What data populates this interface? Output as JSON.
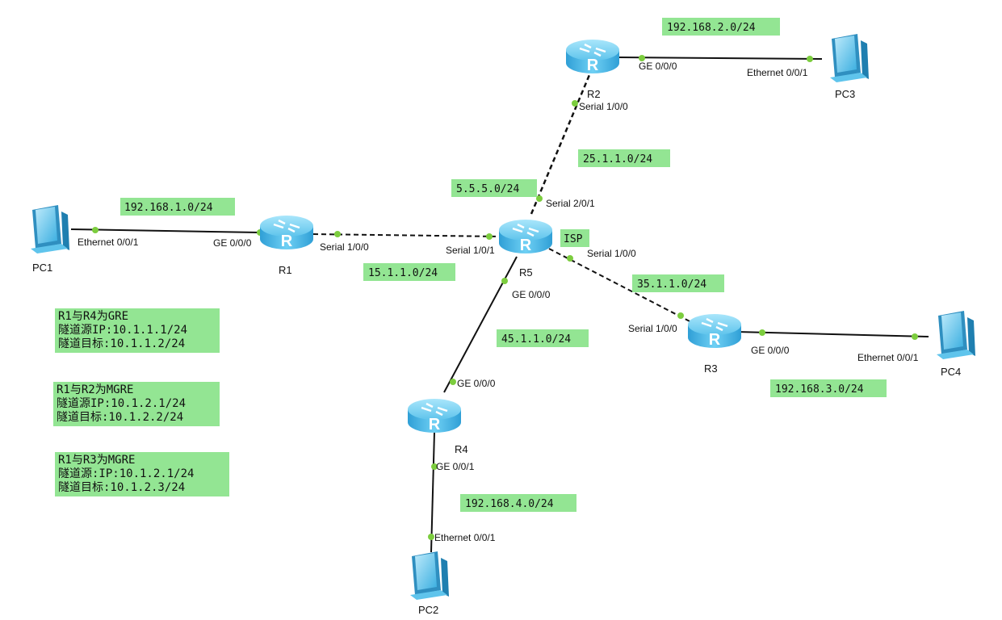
{
  "colors": {
    "highlight": "#93e593",
    "link": "#111111",
    "dot": "#7ccd3e",
    "device": "#5fc4ec"
  },
  "devices": {
    "R1": "R1",
    "R2": "R2",
    "R3": "R3",
    "R4": "R4",
    "R5": "R5",
    "PC1": "PC1",
    "PC2": "PC2",
    "PC3": "PC3",
    "PC4": "PC4"
  },
  "isp": "ISP",
  "interfaces": {
    "pc1_eth": "Ethernet 0/0/1",
    "r1_ge": "GE 0/0/0",
    "r1_serial": "Serial 1/0/0",
    "r5_serial_r1": "Serial 1/0/1",
    "r5_serial_r2": "Serial 2/0/1",
    "r5_serial_r3": "Serial 1/0/0",
    "r5_ge": "GE 0/0/0",
    "r2_serial": "Serial 1/0/0",
    "r2_ge": "GE 0/0/0",
    "pc3_eth": "Ethernet 0/0/1",
    "r3_serial": "Serial 1/0/0",
    "r3_ge": "GE 0/0/0",
    "pc4_eth": "Ethernet 0/0/1",
    "r4_ge_up": "GE 0/0/0",
    "r4_ge_down": "GE 0/0/1",
    "pc2_eth": "Ethernet 0/0/1"
  },
  "networks": {
    "n_pc1": "192.168.1.0/24",
    "n_pc3": "192.168.2.0/24",
    "n_pc4": "192.168.3.0/24",
    "n_pc2": "192.168.4.0/24",
    "n_r1r5": "15.1.1.0/24",
    "n_r2r5": "25.1.1.0/24",
    "n_r3r5": "35.1.1.0/24",
    "n_r4r5": "45.1.1.0/24",
    "n_r5": "5.5.5.0/24"
  },
  "notes": {
    "gre_r4": {
      "title": "R1与R4为GRE",
      "src": "隧道源IP:10.1.1.1/24",
      "dst": "隧道目标:10.1.1.2/24"
    },
    "mgre_r2": {
      "title": "R1与R2为MGRE",
      "src": "隧道源IP:10.1.2.1/24",
      "dst": "隧道目标:10.1.2.2/24"
    },
    "mgre_r3": {
      "title": "R1与R3为MGRE",
      "src": "隧道源:IP:10.1.2.1/24",
      "dst": "隧道目标:10.1.2.3/24"
    }
  }
}
